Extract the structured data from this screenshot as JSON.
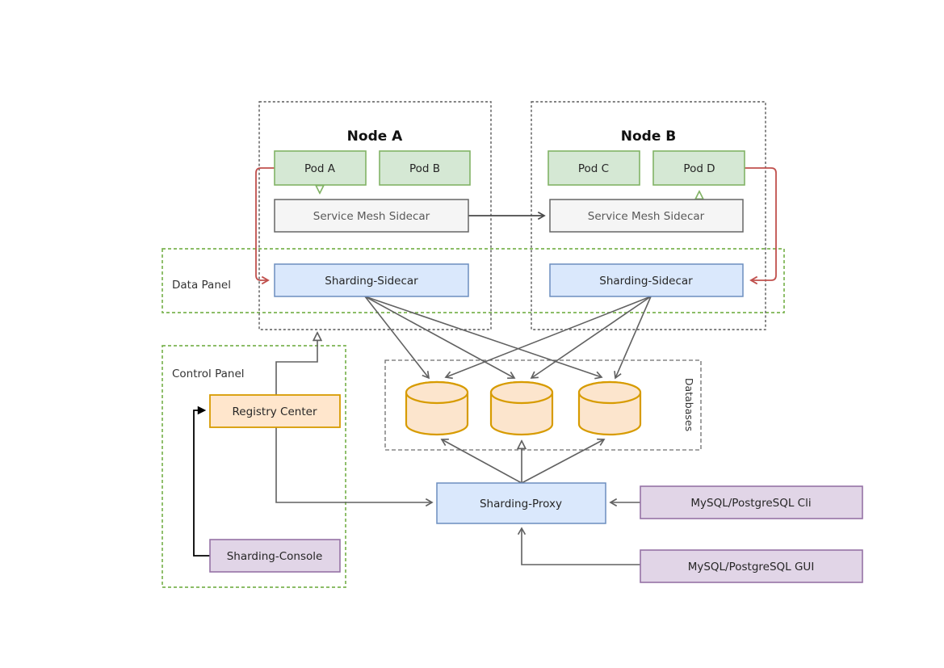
{
  "panels": {
    "node_a": {
      "title": "Node A"
    },
    "node_b": {
      "title": "Node B"
    },
    "data_panel": {
      "label": "Data Panel"
    },
    "control_panel": {
      "label": "Control Panel"
    },
    "databases": {
      "label": "Databases"
    }
  },
  "nodes": {
    "pod_a": {
      "label": "Pod A"
    },
    "pod_b": {
      "label": "Pod B"
    },
    "pod_c": {
      "label": "Pod C"
    },
    "pod_d": {
      "label": "Pod D"
    },
    "mesh_a": {
      "label": "Service Mesh Sidecar"
    },
    "mesh_b": {
      "label": "Service Mesh Sidecar"
    },
    "sidecar_a": {
      "label": "Sharding-Sidecar"
    },
    "sidecar_b": {
      "label": "Sharding-Sidecar"
    },
    "registry": {
      "label": "Registry Center"
    },
    "console": {
      "label": "Sharding-Console"
    },
    "proxy": {
      "label": "Sharding-Proxy"
    },
    "cli": {
      "label": "MySQL/PostgreSQL Cli"
    },
    "gui": {
      "label": "MySQL/PostgreSQL GUI"
    }
  },
  "colors": {
    "pod_fill": "#d5e8d4",
    "pod_stroke": "#82b366",
    "mesh_fill": "#f5f5f5",
    "mesh_stroke": "#666666",
    "blue_fill": "#dae8fc",
    "blue_stroke": "#6c8ebf",
    "orange_fill": "#ffe6cc",
    "orange_stroke": "#d79b00",
    "purple_fill": "#e1d5e7",
    "purple_stroke": "#9673a6",
    "panel_green": "#7cb452",
    "arrow_gray": "#616161",
    "arrow_red": "#c0504d",
    "arrow_black": "#000000"
  }
}
